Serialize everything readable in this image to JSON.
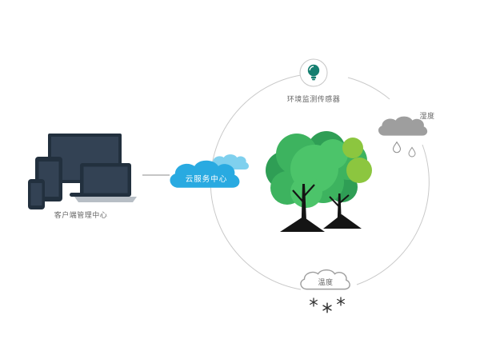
{
  "labels": {
    "client": "客户端管理中心",
    "cloud": "云服务中心",
    "sensor": "环境监测传感器",
    "humidity": "湿度",
    "temperature": "温度"
  },
  "icons": {
    "client": "desktop-laptop-tablet-phone-cluster",
    "cloud": "blue-cloud-icon",
    "sensor": "sensor-bulb-icon",
    "humidity": "rain-cloud-icon",
    "temperature": "snow-cloud-icon",
    "center": "trees-icon"
  },
  "colors": {
    "cloud_blue": "#29aae1",
    "cloud_blue_light": "#7fd0ee",
    "sensor_teal": "#157f70",
    "gray_cloud": "#9e9e9e",
    "tree_dark": "#2f9e55",
    "tree_mid": "#3db35f",
    "tree_bright": "#4cc46a",
    "tree_light": "#8cc63f",
    "device_dark": "#22303e",
    "device_screen": "#334254",
    "arc_gray": "#c9c9c9"
  }
}
